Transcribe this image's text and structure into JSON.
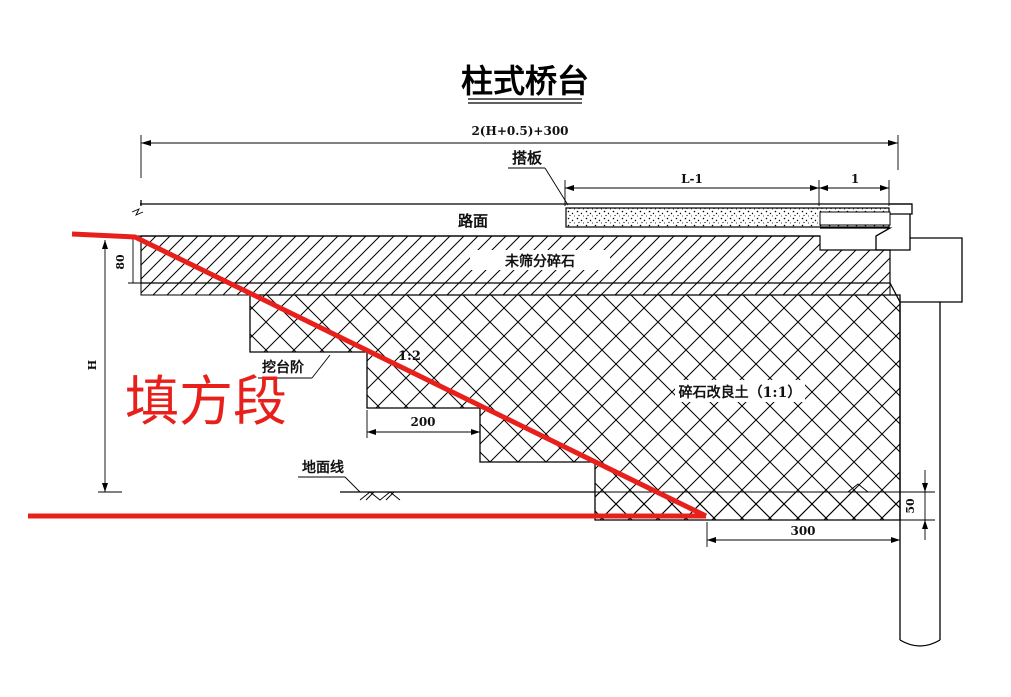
{
  "title": "柱式桥台",
  "labels": {
    "total_width": "2(H+0.5)+300",
    "approach_slab": "搭板",
    "slab_length": "L-1",
    "slab_end": "1",
    "pavement": "路面",
    "graded_gravel": "未筛分碎石",
    "thickness_80": "80",
    "height_h": "H",
    "slope": "1:2",
    "bench_step": "挖台阶",
    "step_width": "200",
    "improved_soil": "碎石改良土（1:1）",
    "ground_line": "地面线",
    "base_width": "300",
    "depth_50": "50"
  },
  "annotation": {
    "text": "填方段",
    "color": "#e8201c"
  },
  "colors": {
    "line": "#000000",
    "annotation_red": "#e8201c",
    "background": "#ffffff"
  }
}
